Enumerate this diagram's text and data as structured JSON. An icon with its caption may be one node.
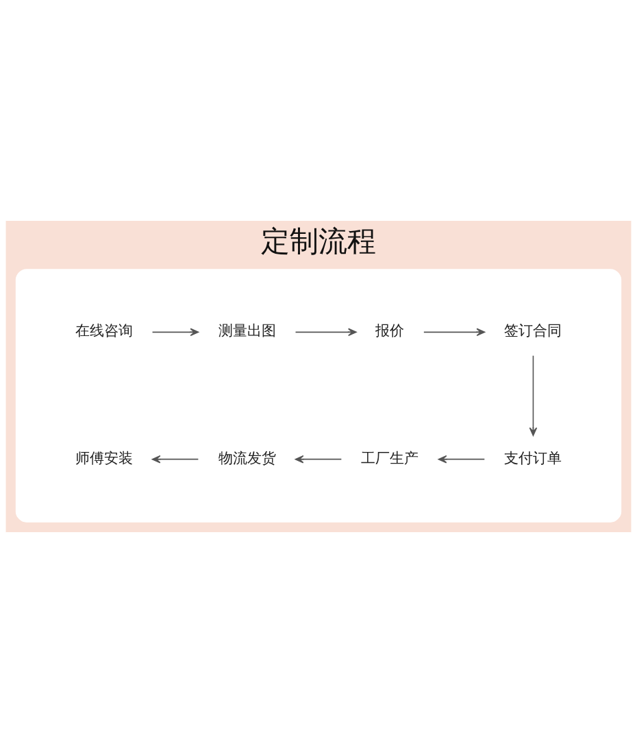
{
  "diagram": {
    "title": "定制流程",
    "nodes": [
      {
        "text": [],
        "shape": "box"
      },
      {
        "text": [
          "在线咨询"
        ],
        "in": 0
      },
      {
        "text": [
          "测量出图"
        ],
        "in": 0
      },
      {
        "text": [
          "报价"
        ],
        "in": 0
      },
      {
        "text": [
          "签订合同"
        ],
        "in": 0
      },
      {
        "text": [
          "支付订单"
        ],
        "in": 0
      },
      {
        "text": [
          "工厂生产"
        ],
        "in": 0
      },
      {
        "text": [
          "物流发货"
        ],
        "in": 0
      },
      {
        "text": [
          "师傅安装"
        ],
        "in": 0
      }
    ],
    "edges": [
      {
        "from": 1,
        "to": 2,
        "arrow": "to"
      },
      {
        "from": 2,
        "to": 3,
        "arrow": "to"
      },
      {
        "from": 3,
        "to": 4,
        "arrow": "to"
      },
      {
        "from": 4,
        "to": 5,
        "arrow": "to"
      },
      {
        "from": 5,
        "to": 6,
        "arrow": "to"
      },
      {
        "from": 6,
        "to": 7,
        "arrow": "to"
      },
      {
        "from": 7,
        "to": 8,
        "arrow": "to"
      }
    ]
  }
}
